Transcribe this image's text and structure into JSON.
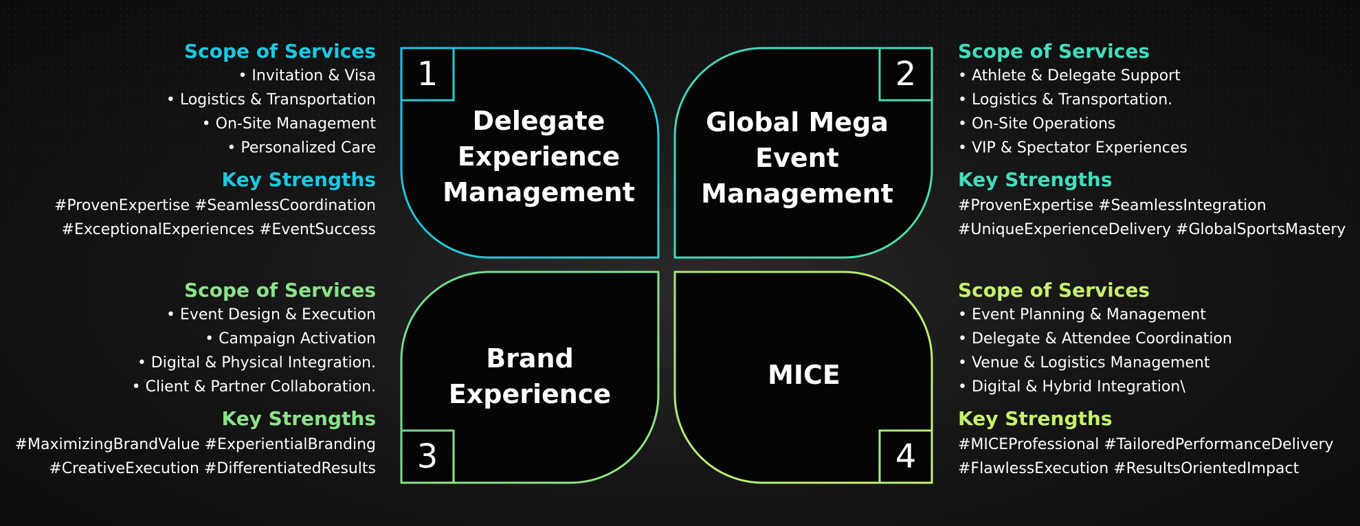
{
  "quadrants": [
    {
      "number": "1",
      "title_lines": [
        "Delegate",
        "Experience",
        "Management"
      ],
      "scope_heading": "Scope of Services",
      "services": [
        "• Invitation & Visa",
        "• Logistics & Transportation",
        "• On-Site Management",
        "• Personalized Care"
      ],
      "strengths_heading": "Key Strengths",
      "strengths": [
        "#ProvenExpertise #SeamlessCoordination",
        "#ExceptionalExperiences #EventSuccess"
      ],
      "color": "#1ec8e0"
    },
    {
      "number": "2",
      "title_lines": [
        "Global Mega",
        "Event",
        "Management"
      ],
      "scope_heading": "Scope of Services",
      "services": [
        "• Athlete & Delegate Support",
        "• Logistics & Transportation.",
        "• On-Site Operations",
        "• VIP & Spectator Experiences"
      ],
      "strengths_heading": "Key Strengths",
      "strengths": [
        "#ProvenExpertise #SeamlessIntegration",
        "#UniqueExperienceDelivery #GlobalSportsMastery"
      ],
      "color": "#45dcbc"
    },
    {
      "number": "3",
      "title_lines": [
        "Brand",
        "Experience"
      ],
      "scope_heading": "Scope of Services",
      "services": [
        "• Event Design & Execution",
        "• Campaign Activation",
        "• Digital & Physical Integration.",
        "• Client & Partner Collaboration."
      ],
      "strengths_heading": "Key Strengths",
      "strengths": [
        "#MaximizingBrandValue #ExperientialBranding",
        "#CreativeExecution #DifferentiatedResults"
      ],
      "color": "#8ae38a"
    },
    {
      "number": "4",
      "title_lines": [
        "MICE"
      ],
      "scope_heading": "Scope of Services",
      "services": [
        "• Event Planning & Management",
        "• Delegate & Attendee Coordination",
        "• Venue & Logistics Management",
        "• Digital & Hybrid Integration\\"
      ],
      "strengths_heading": "Key Strengths",
      "strengths": [
        "#MICEProfessional #TailoredPerformanceDelivery",
        "#FlawlessExecution #ResultsOrientedImpact"
      ],
      "color": "#c6f06c"
    }
  ]
}
